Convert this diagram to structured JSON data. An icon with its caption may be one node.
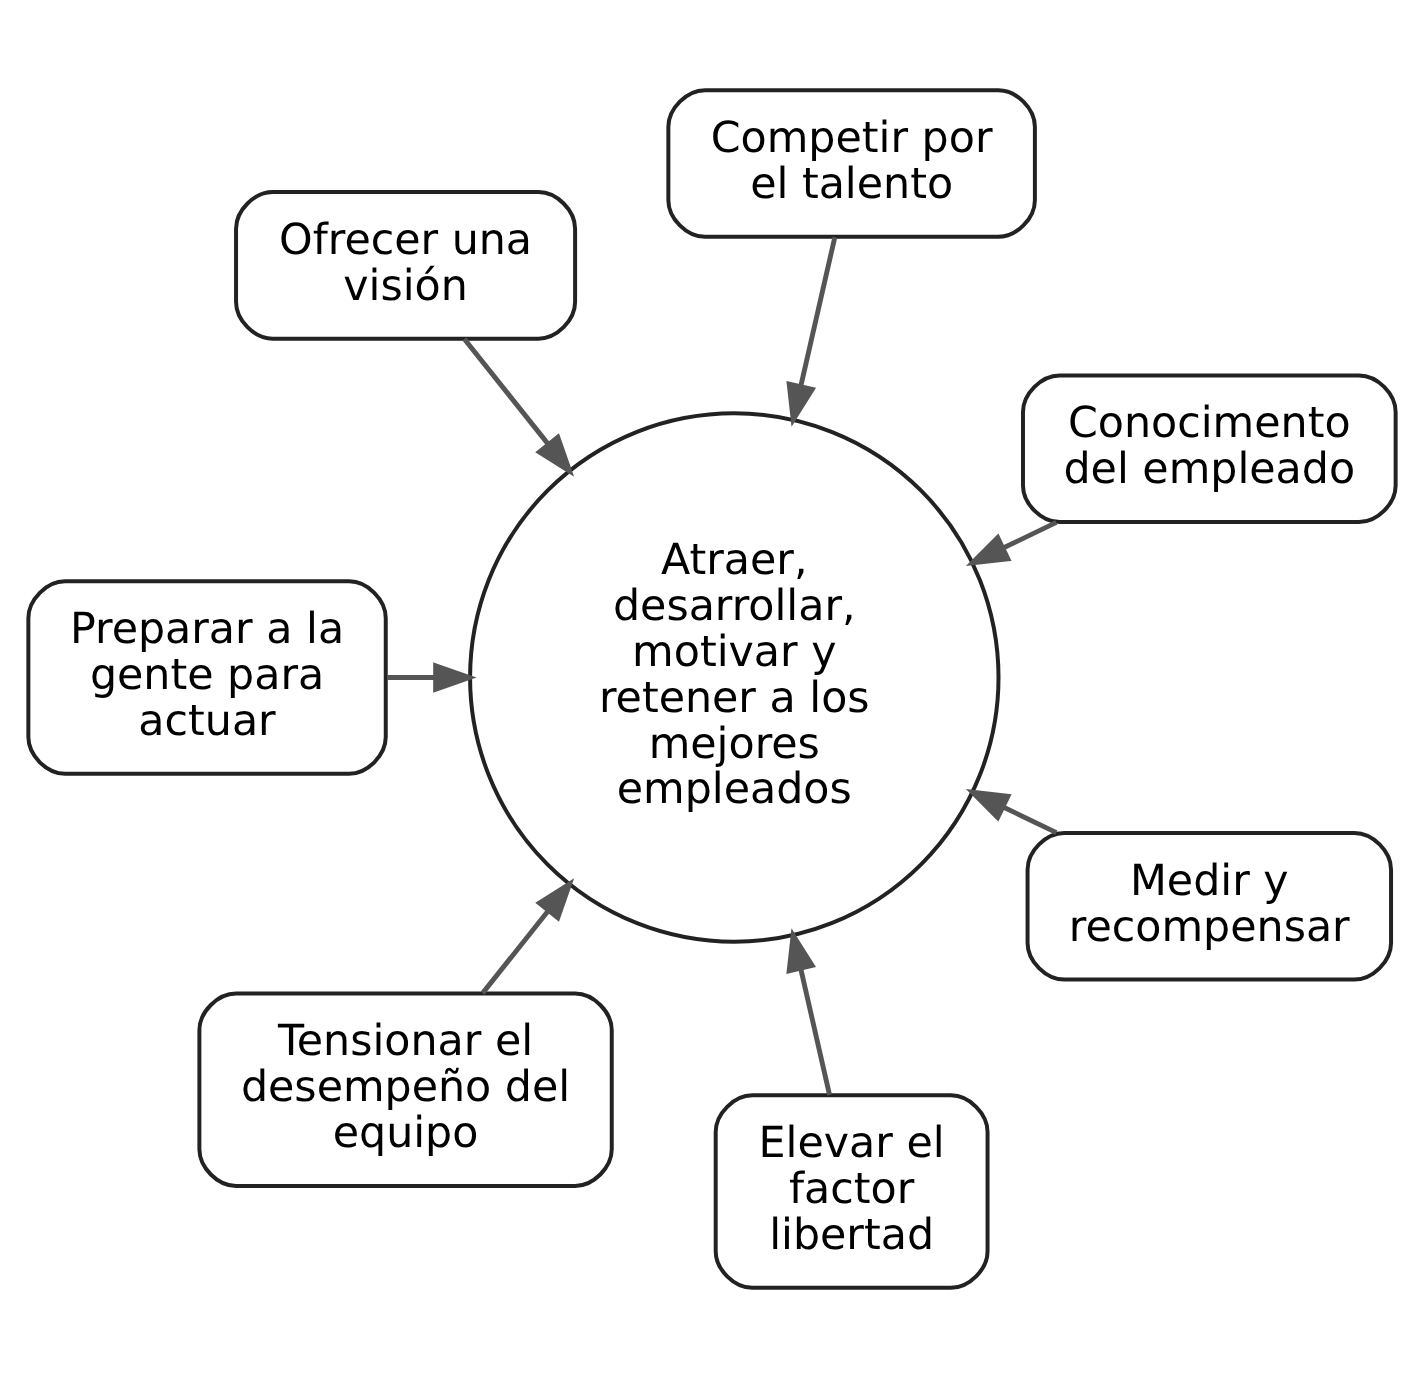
{
  "diagram": {
    "nodes": [
      {
        "text": [
          "Conocimento del empleado"
        ]
      },
      {
        "text": [
          "Competir por el talento"
        ]
      },
      {
        "text": [
          "Ofrecer una visión"
        ]
      },
      {
        "text": [
          "Preparar a la gente para actuar"
        ]
      },
      {
        "text": [
          "Tensionar el desempeño del equipo"
        ]
      },
      {
        "text": [
          "Elevar el factor libertad"
        ]
      },
      {
        "text": [
          "Medir y recompensar"
        ]
      },
      {
        "text": [
          "Atraer, desarrollar, motivar y retener a los mejores empleados"
        ]
      }
    ],
    "edges": [
      {
        "from": 0,
        "to": 7,
        "arrow": "to"
      },
      {
        "from": 1,
        "to": 7,
        "arrow": "to"
      },
      {
        "from": 2,
        "to": 7,
        "arrow": "to"
      },
      {
        "from": 3,
        "to": 7,
        "arrow": "to"
      },
      {
        "from": 4,
        "to": 7,
        "arrow": "to"
      },
      {
        "from": 5,
        "to": 7,
        "arrow": "to"
      },
      {
        "from": 6,
        "to": 7,
        "arrow": "to"
      }
    ]
  }
}
